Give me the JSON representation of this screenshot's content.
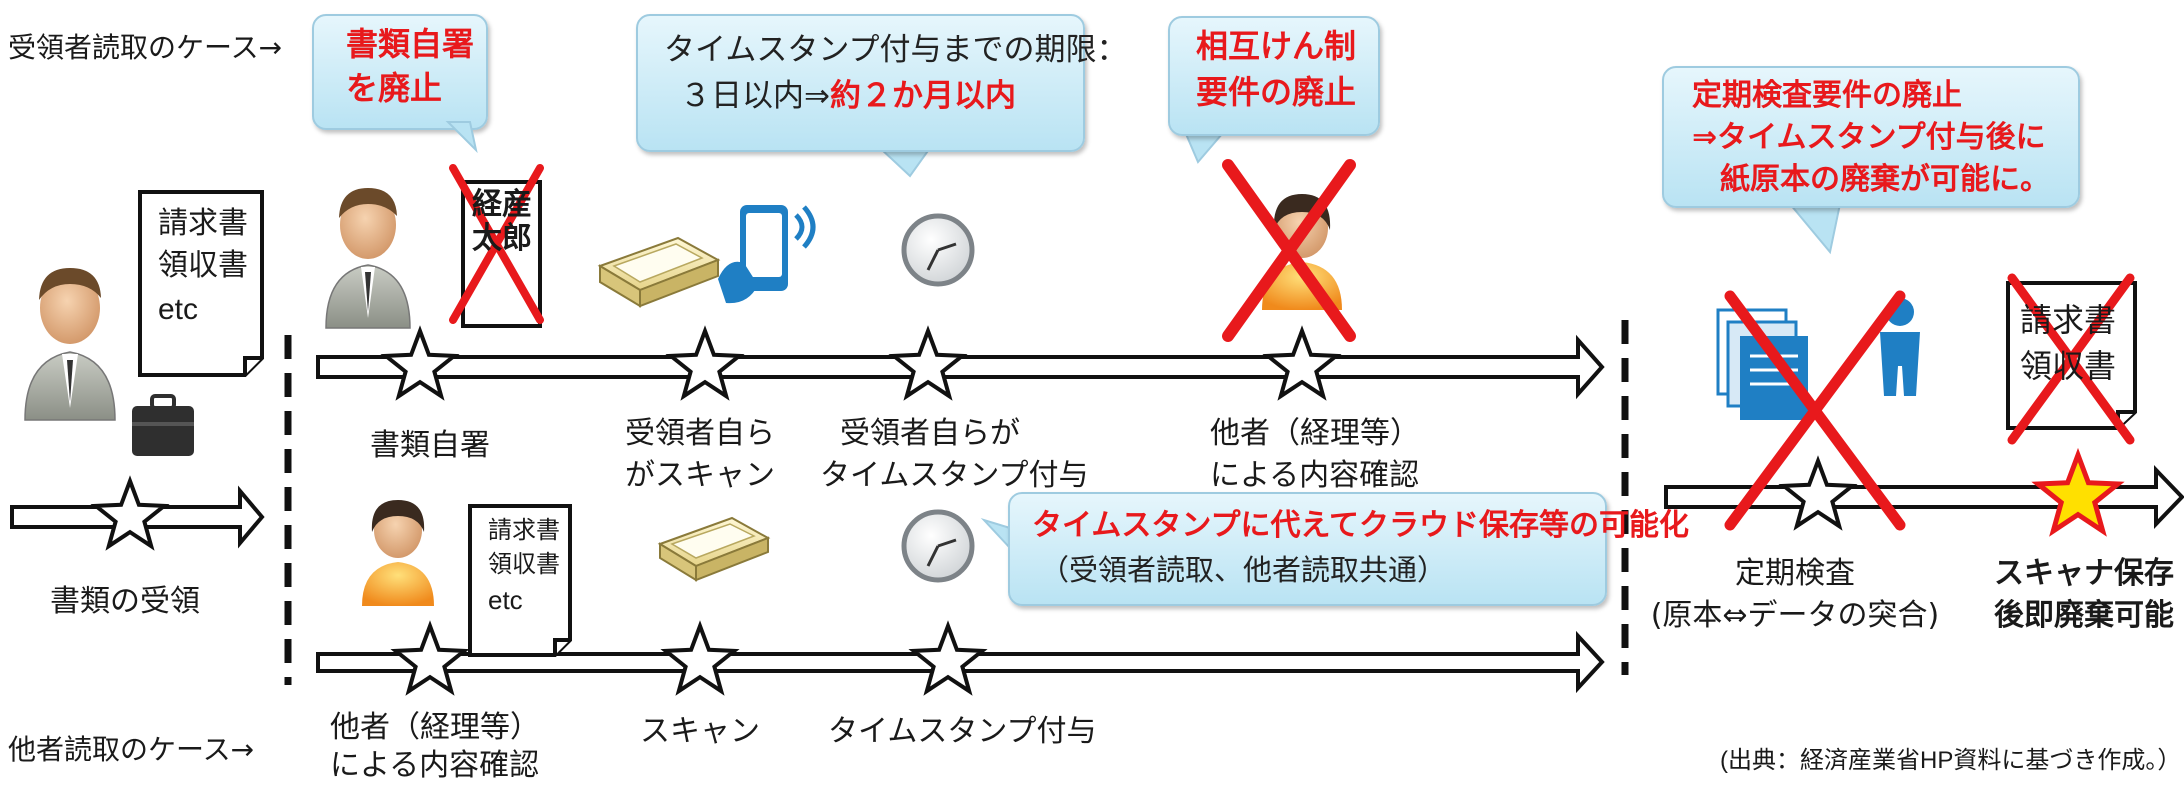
{
  "case_labels": {
    "receiver": "受領者読取のケース→",
    "other": "他者読取のケース→"
  },
  "callouts": {
    "signature": {
      "line1": "書類自署",
      "line2": "を廃止"
    },
    "deadline": {
      "line1": "タイムスタンプ付与までの期限：",
      "line2_prefix": "３日以内⇒",
      "line2_emph": "約２か月以内"
    },
    "mutual": {
      "line1": "相互けん制",
      "line2": "要件の廃止"
    },
    "periodic": {
      "line1": "定期検査要件の廃止",
      "line2": "⇒タイムスタンプ付与後に",
      "line3": "紙原本の廃棄が可能に。"
    },
    "cloud": {
      "line1": "タイムスタンプに代えてクラウド保存等の可能化",
      "line2": "（受領者読取、他者読取共通）"
    }
  },
  "documents": {
    "receipt": {
      "line1": "請求書",
      "line2": "領収書",
      "line3": "etc"
    },
    "other": {
      "line1": "請求書",
      "line2": "領収書",
      "line3": "etc"
    },
    "stamp": "経産太郎",
    "scanned": {
      "line1": "請求書",
      "line2": "領収書"
    }
  },
  "steps": {
    "receipt": "書類の受領",
    "self_sign": "書類自署",
    "self_scan": {
      "line1": "受領者自ら",
      "line2": "がスキャン"
    },
    "self_timestamp": {
      "line1": "受領者自らが",
      "line2": "タイムスタンプ付与"
    },
    "other_check_top": {
      "line1": "他者（経理等）",
      "line2": "による内容確認"
    },
    "other_check_bottom": {
      "line1": "他者（経理等）",
      "line2": "による内容確認"
    },
    "scan": "スキャン",
    "timestamp": "タイムスタンプ付与",
    "periodic_check": {
      "line1": "定期検査",
      "line2": "(原本⇔データの突合)"
    },
    "dispose": {
      "line1": "スキャナ保存",
      "line2": "後即廃棄可能"
    }
  },
  "source_note": "(出典：経済産業省HP資料に基づき作成。）",
  "colors": {
    "bubble_border": "#9ecbe0",
    "bubble_fill": "#cdeef8",
    "emphasis_red": "#e8191c",
    "star_highlight": "#ffe000",
    "icon_blue": "#1f7fc4"
  }
}
